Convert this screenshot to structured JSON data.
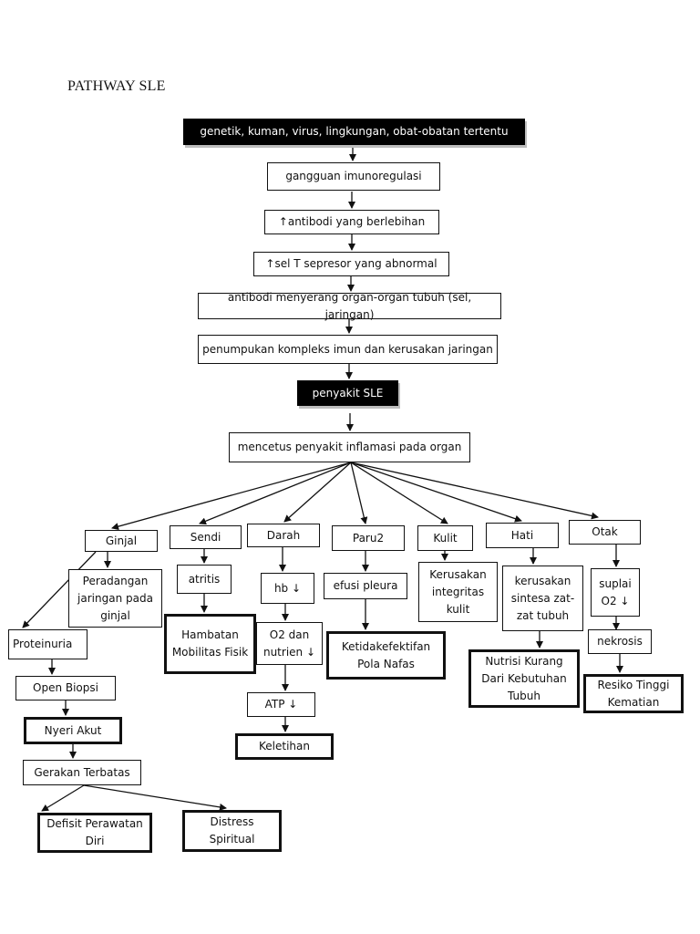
{
  "title": "PATHWAY SLE",
  "chain": {
    "causes": "genetik, kuman, virus, lingkungan, obat-obatan tertentu",
    "immunoregulation": "gangguan imunoregulasi",
    "antibody": "↑antibodi yang berlebihan",
    "t_cell": "↑sel T sepresor yang abnormal",
    "attack": "antibodi menyerang organ-organ tubuh (sel, jaringan)",
    "complex": "penumpukan kompleks imun dan kerusakan jaringan",
    "disease": "penyakit SLE",
    "inflammation": "mencetus penyakit inflamasi pada organ"
  },
  "organs": {
    "ginjal": {
      "label": "Ginjal",
      "inflammation": "Peradangan jaringan pada ginjal",
      "proteinuria": "Proteinuria",
      "biopsy": "Open Biopsi",
      "pain": "Nyeri Akut",
      "movement": "Gerakan Terbatas",
      "selfcare": "Defisit Perawatan Diri",
      "spiritual": "Distress Spiritual"
    },
    "sendi": {
      "label": "Sendi",
      "arthritis": "atritis",
      "mobility": "Hambatan Mobilitas Fisik"
    },
    "darah": {
      "label": "Darah",
      "hb": "hb ↓",
      "o2": "O2 dan nutrien ↓",
      "atp": "ATP ↓",
      "fatigue": "Keletihan"
    },
    "paru": {
      "label": "Paru2",
      "effusion": "efusi pleura",
      "breathing": "Ketidakefektifan Pola Nafas"
    },
    "kulit": {
      "label": "Kulit",
      "integrity": "Kerusakan integritas kulit"
    },
    "hati": {
      "label": "Hati",
      "synthesis": "kerusakan sintesa zat-zat tubuh",
      "nutrition": "Nutrisi Kurang Dari Kebutuhan Tubuh"
    },
    "otak": {
      "label": "Otak",
      "supply": "suplai O2 ↓",
      "necrosis": "nekrosis",
      "death": "Resiko Tinggi Kematian"
    }
  }
}
